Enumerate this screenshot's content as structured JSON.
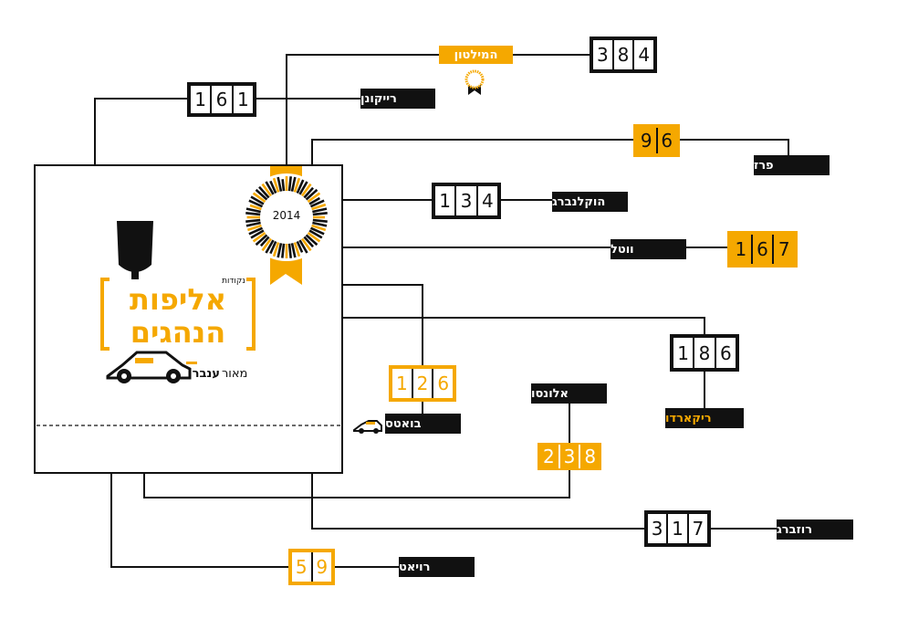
{
  "colors": {
    "gold": "#f5a800",
    "black": "#111111",
    "white": "#ffffff"
  },
  "logo": {
    "kicker": "נקודות",
    "title_line1": "אליפות",
    "title_line2": "הנהגים",
    "author_a": "מאור",
    "author_b": "ענבר",
    "badge_year": "2014",
    "icons": [
      "driver-helmet-icon",
      "car-icon",
      "ribbon-badge-icon"
    ]
  },
  "drivers": [
    {
      "id": "raikkonen",
      "name": "רייקונן",
      "points": [
        "1",
        "6",
        "1"
      ]
    },
    {
      "id": "hamilton",
      "name": "המילטון",
      "points": [
        "3",
        "8",
        "4"
      ]
    },
    {
      "id": "perez",
      "name": "פרז",
      "points": [
        "9",
        "6"
      ]
    },
    {
      "id": "hulkenberg",
      "name": "הוקלנברג",
      "points": [
        "1",
        "3",
        "4"
      ]
    },
    {
      "id": "vettel",
      "name": "ווטל",
      "points": [
        "1",
        "6",
        "7"
      ]
    },
    {
      "id": "ricciardo",
      "name": "ריקארדו",
      "points": [
        "1",
        "8",
        "6"
      ]
    },
    {
      "id": "bottas",
      "name": "בואטס",
      "points": [
        "1",
        "2",
        "6"
      ]
    },
    {
      "id": "alonso",
      "name": "אלונסו",
      "points": [
        "2",
        "3",
        "8"
      ]
    },
    {
      "id": "rosberg",
      "name": "רוזברג",
      "points": [
        "3",
        "1",
        "7"
      ]
    },
    {
      "id": "button",
      "name": "רויאט",
      "points": [
        "5",
        "9"
      ]
    }
  ]
}
